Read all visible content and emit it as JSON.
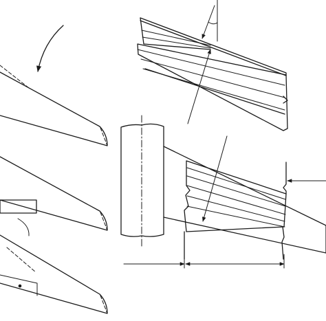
{
  "palette": {
    "ink": "#1a1a1a",
    "background": "#ffffff"
  },
  "figure": {
    "panels": [
      {
        "name": "wing-section-views",
        "count": 3
      },
      {
        "name": "aligned-strip-group",
        "count": 2
      },
      {
        "name": "swept-strip-assembly",
        "count": 1
      }
    ],
    "icons": [
      "curved-arrow-icon",
      "fuselage-icon",
      "dimension-arrow-icon"
    ]
  }
}
